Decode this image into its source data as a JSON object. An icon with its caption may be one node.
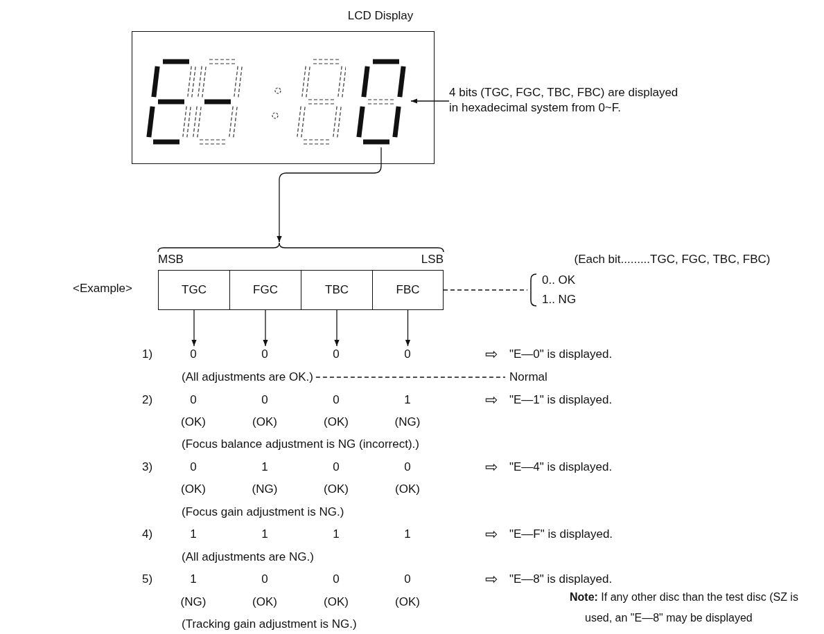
{
  "diagram": {
    "nodes": [
      {
        "text": [
          "LCD Display"
        ]
      },
      {
        "text": [],
        "shape": "picture",
        "in": 0
      },
      {
        "text": [
          "4 bits (TGC, FGC, TBC, FBC) are displayed in hexadecimal system from 0~F."
        ]
      },
      {
        "text": [
          "MSB",
          "LSB"
        ]
      },
      {
        "text": [
          "TGC"
        ],
        "in": 3
      },
      {
        "text": [
          "FGC"
        ],
        "in": 3
      },
      {
        "text": [
          "TBC"
        ],
        "in": 3
      },
      {
        "text": [
          "FBC"
        ],
        "in": 3
      },
      {
        "text": [
          "(Each bit.........TGC, FGC, TBC, FBC)",
          "0.. OK",
          "1.. NG"
        ]
      },
      {
        "text": [
          "0"
        ]
      },
      {
        "text": [
          "0"
        ]
      },
      {
        "text": [
          "0"
        ]
      },
      {
        "text": [
          "0"
        ]
      },
      {
        "text": [
          "(All adjustments are OK.)"
        ]
      },
      {
        "text": [
          "Normal"
        ]
      }
    ],
    "edges": [
      {
        "from": 2,
        "to": 1,
        "arrow": "to"
      },
      {
        "from": 1,
        "to": 3,
        "arrow": "to"
      },
      {
        "from": 3,
        "to": 8,
        "arrow": "none",
        "style": "dashed"
      },
      {
        "from": 4,
        "to": 9,
        "arrow": "to"
      },
      {
        "from": 5,
        "to": 10,
        "arrow": "to"
      },
      {
        "from": 6,
        "to": 11,
        "arrow": "to"
      },
      {
        "from": 7,
        "to": 12,
        "arrow": "to"
      },
      {
        "from": 13,
        "to": 14,
        "arrow": "none",
        "style": "dashed"
      }
    ],
    "labels": [
      "<Example>",
      "1)",
      "⇨",
      "\"E—0\" is displayed.",
      "2)",
      "0",
      "0",
      "0",
      "1",
      "⇨",
      "\"E—1\" is displayed.",
      "(OK)",
      "(OK)",
      "(OK)",
      "(NG)",
      "(Focus balance adjustment is NG (incorrect).)",
      "3)",
      "0",
      "1",
      "0",
      "0",
      "⇨",
      "\"E—4\" is displayed.",
      "(OK)",
      "(NG)",
      "(OK)",
      "(OK)",
      "(Focus gain adjustment is NG.)",
      "4)",
      "1",
      "1",
      "1",
      "1",
      "⇨",
      "\"E—F\" is displayed.",
      "(All adjustments are NG.)",
      "5)",
      "1",
      "0",
      "0",
      "0",
      "⇨",
      "\"E—8\" is displayed.",
      "(NG)",
      "(OK)",
      "(OK)",
      "(OK)",
      "(Tracking gain adjustment is NG.)",
      "**Note:** If any other disc than the test disc (SZ is used, an \"E—8\" may be displayed"
    ]
  }
}
